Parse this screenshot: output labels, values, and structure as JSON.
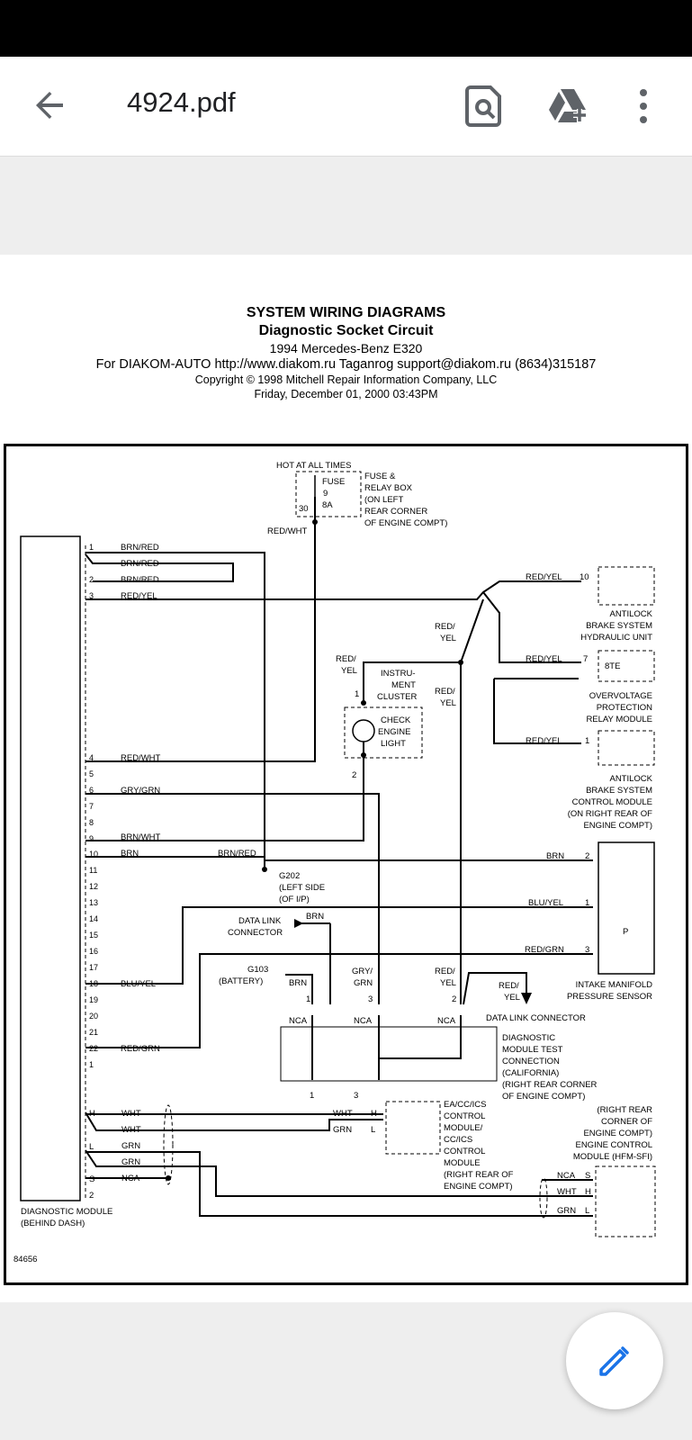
{
  "app_bar": {
    "file_name": "4924.pdf",
    "icons": [
      "back-arrow-icon",
      "search-in-document-icon",
      "add-to-drive-icon",
      "more-vert-icon"
    ]
  },
  "document": {
    "header": {
      "line1": "SYSTEM WIRING DIAGRAMS",
      "line2": "Diagnostic Socket Circuit",
      "line3": "1994 Mercedes-Benz E320",
      "line4": "For DIAKOM-AUTO http://www.diakom.ru Taganrog support@diakom.ru (8634)315187",
      "line5": "Copyright © 1998 Mitchell Repair Information Company, LLC",
      "line6": "Friday, December 01, 2000  03:43PM"
    },
    "diagram": {
      "hot": "HOT AT ALL TIMES",
      "fuse_word": "FUSE",
      "fuse_num": "9",
      "fuse_amp": "8A",
      "fuse_pin": "30",
      "fuse_box": [
        "FUSE &",
        "RELAY BOX",
        "(ON LEFT",
        "REAR CORNER",
        "OF ENGINE COMPT)"
      ],
      "wire_redwht_top": "RED/WHT",
      "pins_left": [
        "1",
        "2",
        "3",
        "4",
        "5",
        "6",
        "7",
        "8",
        "9",
        "10",
        "11",
        "12",
        "13",
        "14",
        "15",
        "16",
        "17",
        "18",
        "19",
        "20",
        "21",
        "22",
        "1"
      ],
      "wires_left": {
        "p1": "BRN/RED",
        "p1b": "BRN/RED",
        "p2": "BRN/RED",
        "p3": "RED/YEL",
        "p4": "RED/WHT",
        "p6": "GRY/GRN",
        "p9": "BRN/WHT",
        "p10": "BRN",
        "p10b": "BRN/RED",
        "p18": "BLU/YEL",
        "p22": "RED/GRN"
      },
      "abs_hyd": {
        "wire": "RED/YEL",
        "pin": "10",
        "label": [
          "ANTILOCK",
          "BRAKE SYSTEM",
          "HYDRAULIC UNIT"
        ]
      },
      "red_yel_a": [
        "RED/",
        "YEL"
      ],
      "red_yel_b": [
        "RED/",
        "YEL"
      ],
      "red_yel_c": [
        "RED/",
        "YEL"
      ],
      "ovp": {
        "wire": "RED/YEL",
        "pin": "7",
        "code": "8TE",
        "label": [
          "OVERVOLTAGE",
          "PROTECTION",
          "RELAY MODULE"
        ]
      },
      "instr": {
        "label": [
          "INSTRU-",
          "MENT",
          "CLUSTER"
        ],
        "light": [
          "CHECK",
          "ENGINE",
          "LIGHT"
        ],
        "pin1": "1",
        "pin2": "2"
      },
      "abs_ctrl": {
        "wire": "RED/YEL",
        "pin": "1",
        "label": [
          "ANTILOCK",
          "BRAKE SYSTEM",
          "CONTROL MODULE",
          "(ON RIGHT REAR OF",
          "ENGINE COMPT)"
        ]
      },
      "g202": [
        "G202",
        "(LEFT SIDE",
        "(OF I/P)"
      ],
      "map_sensor": {
        "w1": "BRN",
        "p1": "2",
        "w2": "BLU/YEL",
        "p2": "1",
        "w3": "RED/GRN",
        "p3": "3",
        "p": "P",
        "label": [
          "INTAKE MANIFOLD",
          "PRESSURE SENSOR"
        ]
      },
      "dlc1": [
        "DATA LINK",
        "CONNECTOR"
      ],
      "dlc1_wire": "BRN",
      "g103": [
        "G103",
        "(BATTERY)"
      ],
      "g103_wire": "BRN",
      "gry_grn": [
        "GRY/",
        "GRN"
      ],
      "red_yel_d": [
        "RED/",
        "YEL"
      ],
      "red_yel_e": [
        "RED/",
        "YEL"
      ],
      "dlc2": "DATA LINK CONNECTOR",
      "test_conn": {
        "pins": [
          "1",
          "3",
          "2"
        ],
        "nca": "NCA",
        "bottom_pins": [
          "1",
          "3"
        ],
        "label": [
          "DIAGNOSTIC",
          "MODULE TEST",
          "CONNECTION",
          "(CALIFORNIA)",
          "(RIGHT REAR CORNER",
          "OF ENGINE COMPT)"
        ]
      },
      "can_left": {
        "pins": [
          "H",
          "L",
          "S",
          "2"
        ],
        "wires": [
          "WHT",
          "WHT",
          "GRN",
          "GRN",
          "NCA"
        ]
      },
      "eacc": {
        "w1": "WHT",
        "h": "H",
        "w2": "GRN",
        "l": "L",
        "label": [
          "EA/CC/ICS",
          "CONTROL",
          "MODULE/",
          "CC/ICS",
          "CONTROL",
          "MODULE",
          "(RIGHT REAR OF",
          "ENGINE COMPT)"
        ]
      },
      "ecm": {
        "label": [
          "(RIGHT REAR",
          "CORNER OF",
          "ENGINE COMPT)",
          "ENGINE CONTROL",
          "MODULE (HFM-SFI)"
        ],
        "nca": "NCA",
        "s": "S",
        "wht": "WHT",
        "h": "H",
        "grn": "GRN",
        "l": "L"
      },
      "diag_module": [
        "DIAGNOSTIC MODULE",
        "(BEHIND DASH)"
      ],
      "fig_id": "84656"
    }
  }
}
